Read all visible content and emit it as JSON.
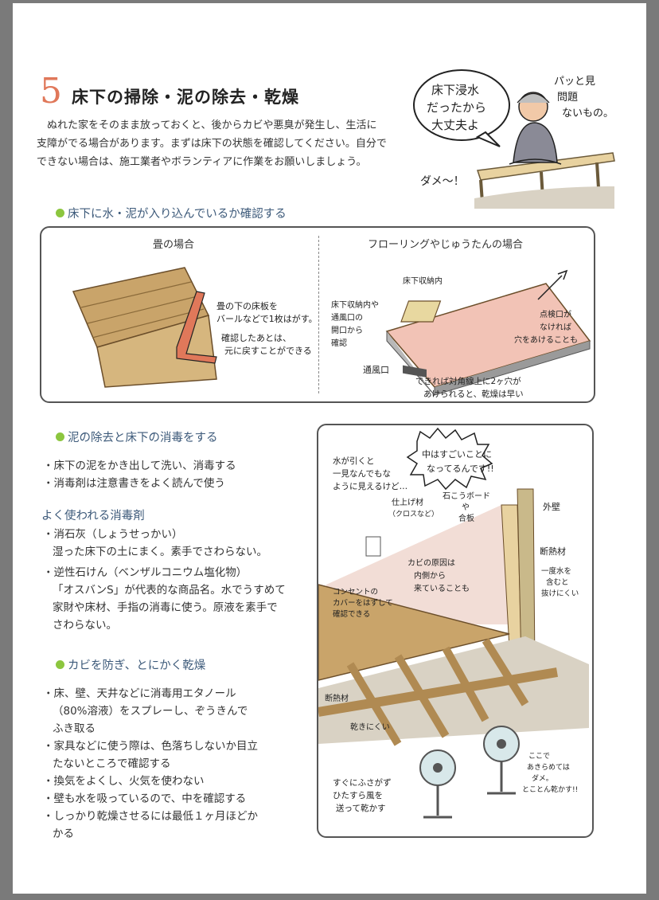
{
  "title": {
    "number": "5",
    "text": "床下の掃除・泥の除去・乾燥"
  },
  "intro": "ぬれた家をそのまま放っておくと、後からカビや悪臭が発生し、生活に支障がでる場合があります。まずは床下の状態を確認してください。自分でできない場合は、施工業者やボランティアに作業をお願いしましょう。",
  "top_illustration": {
    "bubble1": [
      "床下浸水",
      "だったから",
      "大丈夫よ"
    ],
    "bubble2": [
      "パッと見",
      "問題",
      "ないもの。"
    ],
    "comment": "ダメ〜！"
  },
  "section1": {
    "heading": "床下に水・泥が入り込んでいるか確認する",
    "left_label": "畳の場合",
    "right_label": "フローリングやじゅうたんの場合",
    "left_notes": [
      "畳の下の床板を",
      "バールなどで1枚はがす。",
      "確認したあとは、",
      "元に戻すことができる。"
    ],
    "right_notes": {
      "hatch": "床下収納内",
      "access": [
        "床下収納内や",
        "通風口の",
        "開口から",
        "確認"
      ],
      "vent": "通風口",
      "check": [
        "点検口が",
        "なければ",
        "穴をあけることも"
      ],
      "bottom": [
        "できれば対角線上に2ヶ穴が",
        "あけられると、乾燥は早い"
      ]
    }
  },
  "section2": {
    "heading": "泥の除去と床下の消毒をする",
    "items": [
      "床下の泥をかき出して洗い、消毒する",
      "消毒剤は注意書きをよく読んで使う"
    ],
    "sub_heading": "よく使われる消毒剤",
    "agents": [
      {
        "name": "消石灰（しょうせっかい）",
        "desc": [
          "湿った床下の土にまく。素手でさわらない。"
        ]
      },
      {
        "name": "逆性石けん（ベンザルコニウム塩化物）",
        "desc": [
          "「オスバンS」が代表的な商品名。水でうすめて",
          "家財や床材、手指の消毒に使う。原液を素手で",
          "さわらない。"
        ]
      }
    ]
  },
  "section3": {
    "heading": "カビを防ぎ、とにかく乾燥",
    "items": [
      [
        "床、壁、天井などに消毒用エタノール",
        "（80%溶液）をスプレーし、ぞうきんで",
        "ふき取る"
      ],
      [
        "家具などに使う際は、色落ちしないか目立",
        "たないところで確認する"
      ],
      [
        "換気をよくし、火気を使わない"
      ],
      [
        "壁も水を吸っているので、中を確認する"
      ],
      [
        "しっかり乾燥させるには最低１ヶ月ほどか",
        "かる"
      ]
    ]
  },
  "right_illustration": {
    "note_a": [
      "水が引くと",
      "一見なんでもな",
      "ように見えるけど…"
    ],
    "bubble": [
      "中はすごいことに",
      "なってるんです!!"
    ],
    "finish": [
      "仕上げ材",
      "（クロスなど）"
    ],
    "board": [
      "石こうボード",
      "や",
      "合板"
    ],
    "outer": "外壁",
    "insul": [
      "断熱材",
      "一度水を",
      "含むと",
      "抜けにくい"
    ],
    "mold": [
      "カビの原因は",
      "内側から",
      "来ていることも"
    ],
    "outlet": [
      "コンセントの",
      "カバーをはずして",
      "確認できる"
    ],
    "insul2": "断熱材",
    "dry": "乾きにくい",
    "fans": [
      "すぐにふさがず",
      "ひたすら風を",
      "送って乾かす"
    ],
    "here": [
      "ここで",
      "あきらめては",
      "ダメ。",
      "とことん乾かす!!"
    ]
  },
  "colors": {
    "accent": "#e0785a",
    "heading": "#3d5a7a",
    "bullet": "#8cc63f"
  }
}
